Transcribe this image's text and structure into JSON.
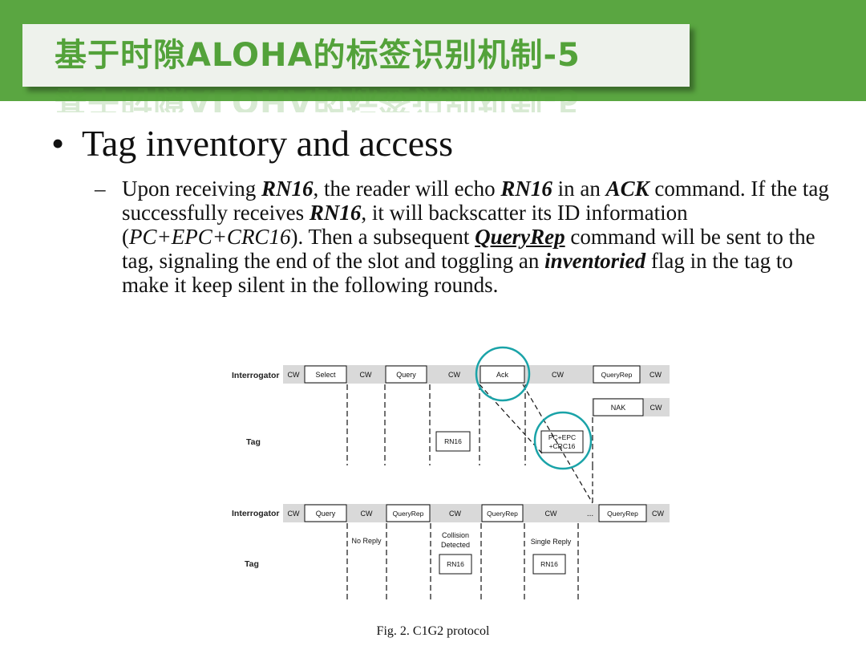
{
  "slide": {
    "title": "基于时隙ALOHA的标签识别机制-5",
    "bullet": "Tag inventory and access",
    "dash": "–",
    "paragraph": [
      {
        "t": "Upon receiving ",
        "s": ""
      },
      {
        "t": "RN16",
        "s": "bi"
      },
      {
        "t": ", the reader will echo ",
        "s": ""
      },
      {
        "t": "RN16",
        "s": "bi"
      },
      {
        "t": " in an ",
        "s": ""
      },
      {
        "t": "ACK",
        "s": "bi"
      },
      {
        "t": " command. If the tag successfully receives ",
        "s": ""
      },
      {
        "t": "RN16",
        "s": "bi"
      },
      {
        "t": ", it will backscatter its ID information (",
        "s": ""
      },
      {
        "t": "PC+EPC+CRC16",
        "s": "it"
      },
      {
        "t": "). Then a subsequent ",
        "s": ""
      },
      {
        "t": "QueryRep",
        "s": "bi ul"
      },
      {
        "t": " command will be sent to the tag, signaling the end of the slot and toggling an ",
        "s": ""
      },
      {
        "t": "inventoried",
        "s": "bi"
      },
      {
        "t": " flag in the tag to make it keep silent in the following rounds.",
        "s": ""
      }
    ],
    "caption": "Fig. 2.    C1G2 protocol"
  },
  "diagram": {
    "colors": {
      "band": "#d9d9d9",
      "box_border": "#111111",
      "circle": "#1aa3a8"
    },
    "labels": {
      "interrogator_1": "Interrogator",
      "tag_1": "Tag",
      "interrogator_2": "Interrogator",
      "tag_2": "Tag",
      "ellipsis": "..."
    },
    "row1": [
      {
        "kind": "cw",
        "text": "CW"
      },
      {
        "kind": "box",
        "text": "Select"
      },
      {
        "kind": "cw",
        "text": "CW"
      },
      {
        "kind": "box",
        "text": "Query"
      },
      {
        "kind": "cw",
        "text": "CW"
      },
      {
        "kind": "box",
        "text": "Ack"
      },
      {
        "kind": "cw",
        "text": "CW"
      },
      {
        "kind": "box",
        "text": "QueryRep"
      },
      {
        "kind": "cw",
        "text": "CW"
      }
    ],
    "nak": {
      "box": "NAK",
      "cw": "CW"
    },
    "tag1_rn16": "RN16",
    "tag1_pc_line1": "PC+EPC",
    "tag1_pc_line2": "+CRC16",
    "row2": [
      {
        "kind": "cw",
        "text": "CW"
      },
      {
        "kind": "box",
        "text": "Query"
      },
      {
        "kind": "cw",
        "text": "CW"
      },
      {
        "kind": "box",
        "text": "QueryRep"
      },
      {
        "kind": "cw",
        "text": "CW"
      },
      {
        "kind": "box",
        "text": "QueryRep"
      },
      {
        "kind": "cw",
        "text": "CW"
      },
      {
        "kind": "box",
        "text": "QueryRep"
      },
      {
        "kind": "cw",
        "text": "CW"
      }
    ],
    "no_reply": "No Reply",
    "collision_line1": "Collision",
    "collision_line2": "Detected",
    "single_reply": "Single Reply",
    "tag2_rn16_a": "RN16",
    "tag2_rn16_b": "RN16"
  }
}
